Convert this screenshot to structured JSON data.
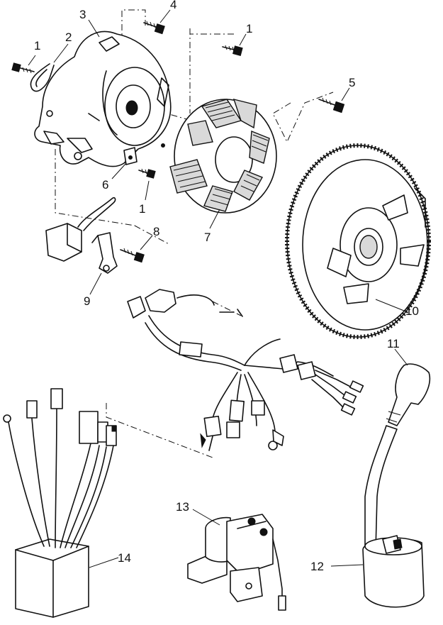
{
  "diagram": {
    "callouts": [
      "1",
      "1",
      "1",
      "2",
      "3",
      "4",
      "5",
      "6",
      "7",
      "8",
      "9",
      "10",
      "11",
      "12",
      "13",
      "14"
    ]
  }
}
